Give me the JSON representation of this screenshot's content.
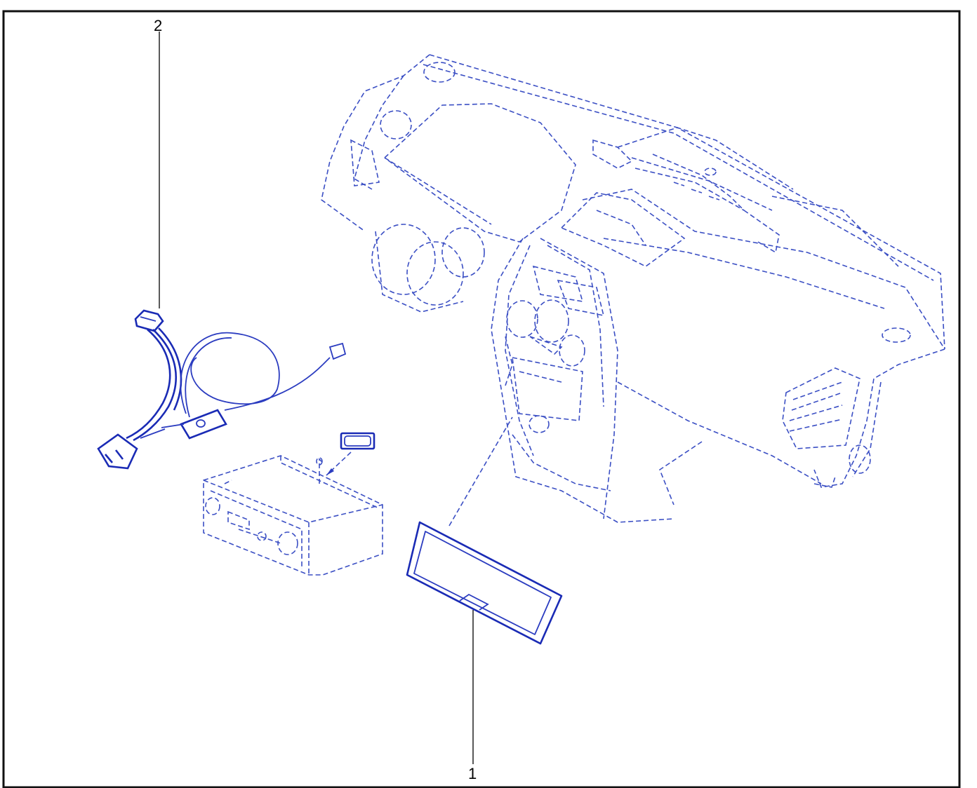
{
  "diagram": {
    "callouts": [
      {
        "id": "1",
        "label": "1"
      },
      {
        "id": "2",
        "label": "2"
      }
    ],
    "colors": {
      "line_art": "#2b3cc0",
      "dashed_art": "#3b4fc4",
      "leader": "#000000",
      "border": "#111111",
      "background": "#ffffff"
    }
  }
}
